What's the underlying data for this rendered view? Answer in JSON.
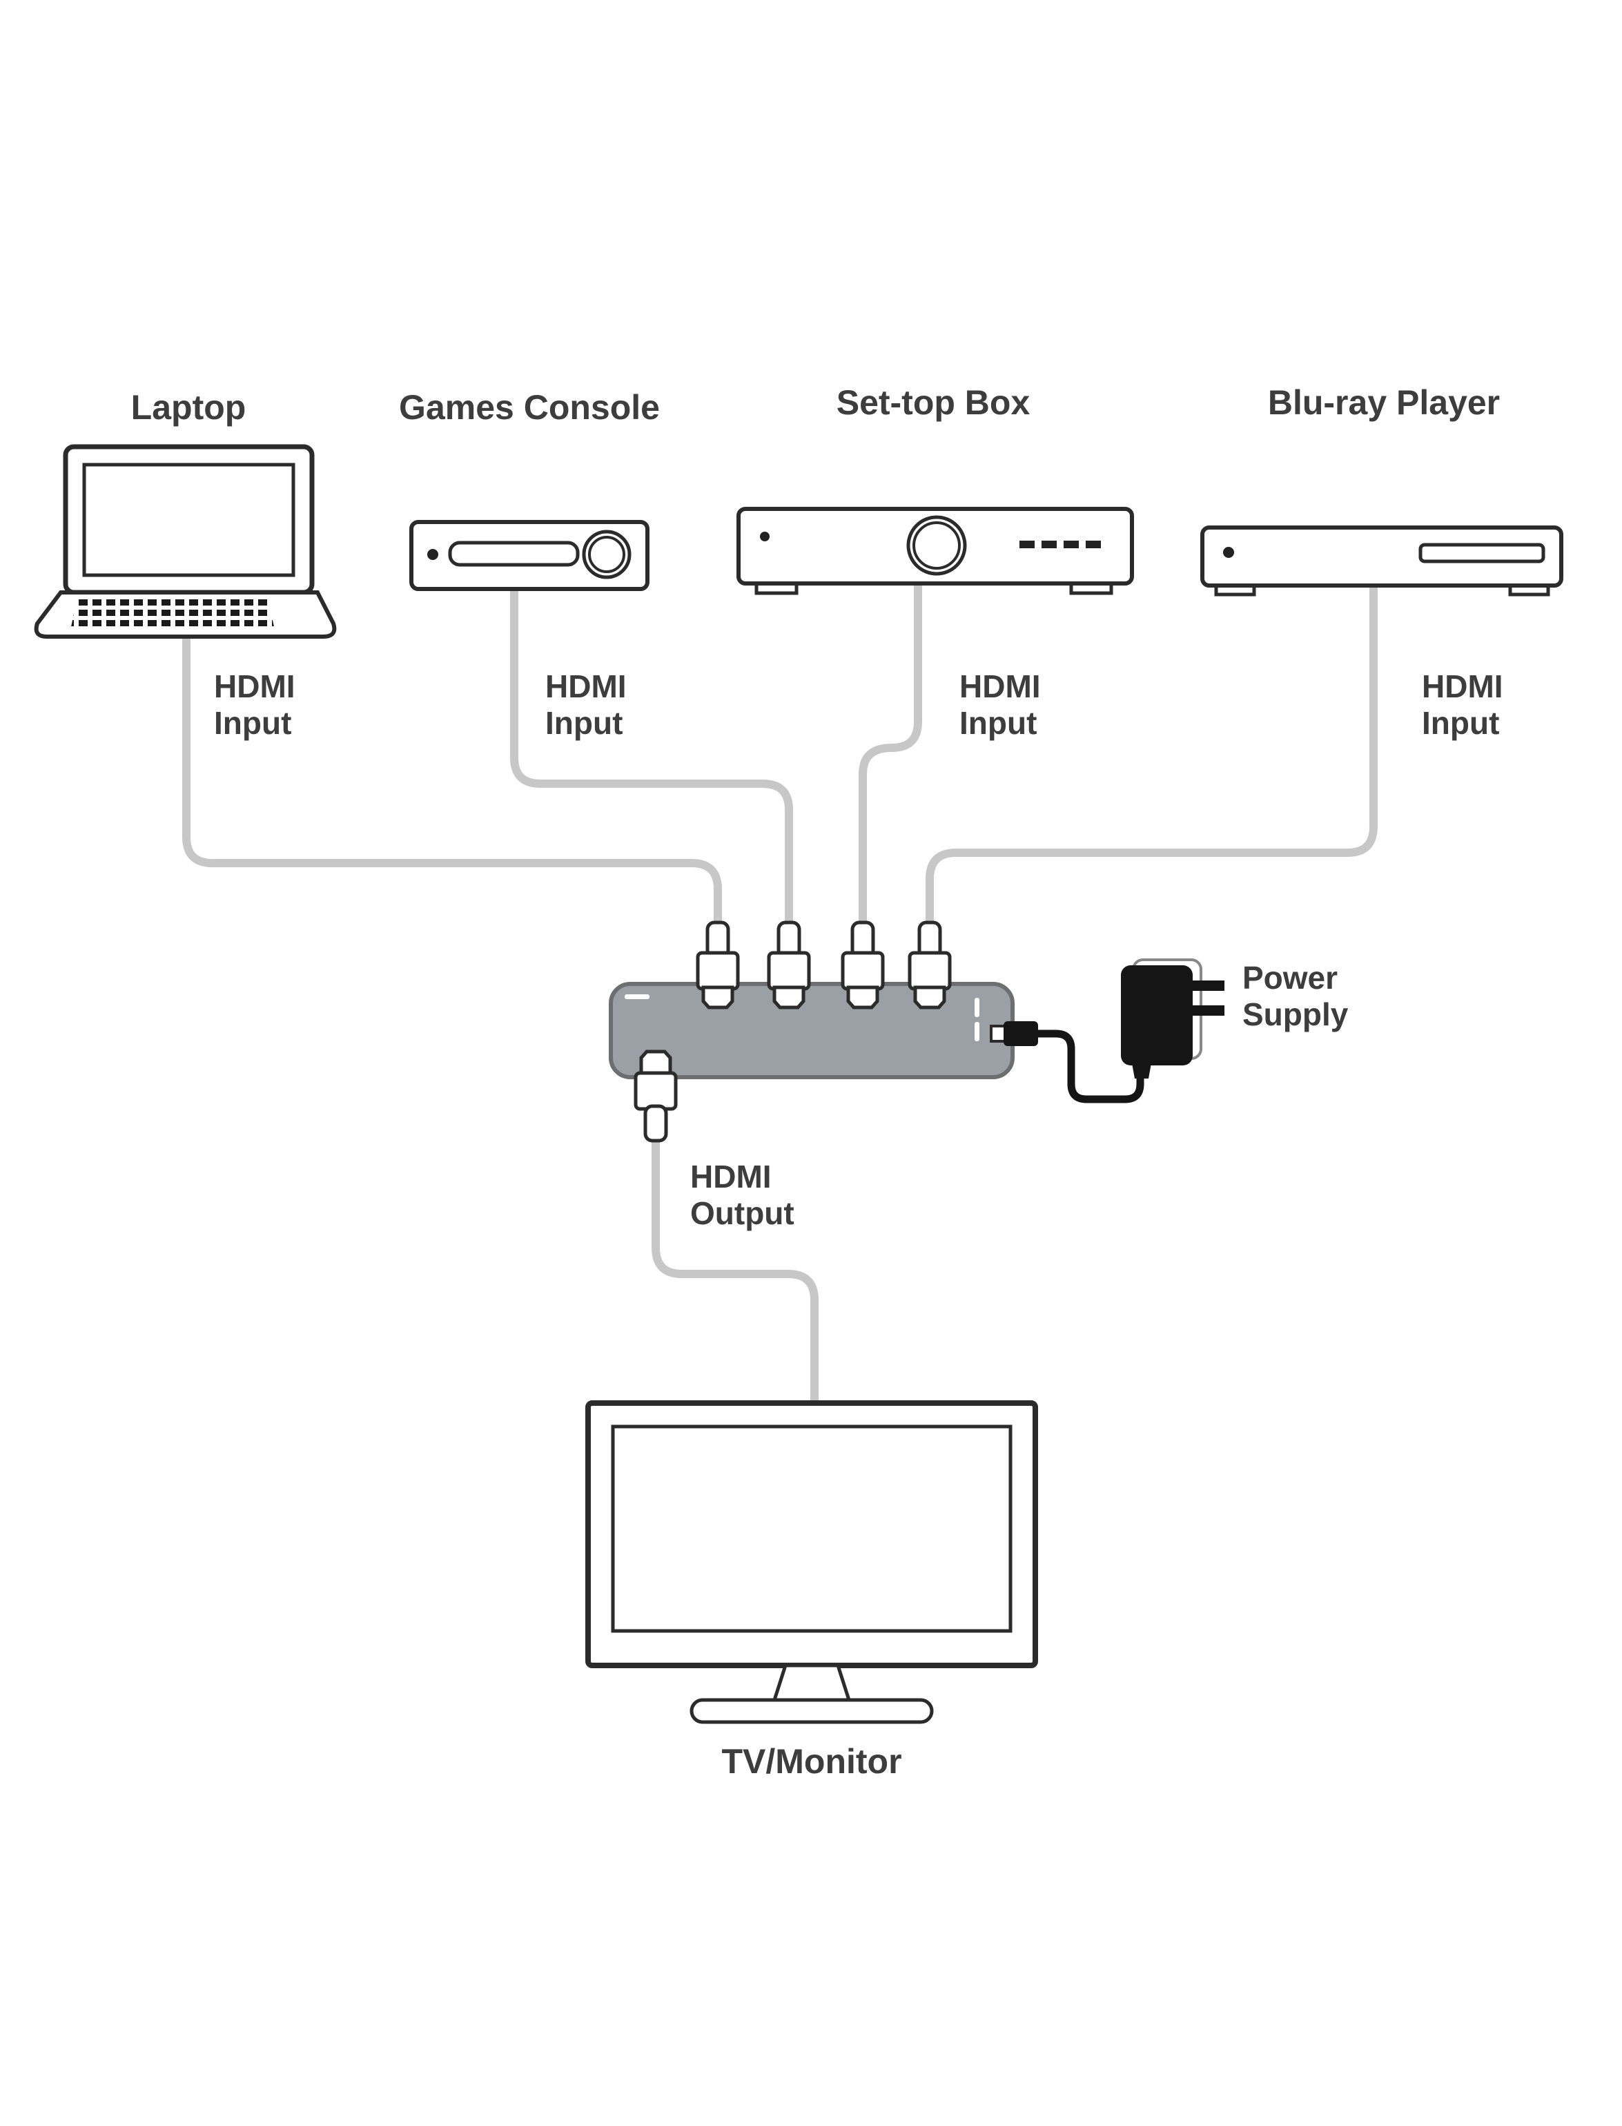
{
  "colors": {
    "outline": "#2b2b2b",
    "cable": "#c7c7c7",
    "switchBody": "#9aa0a5",
    "switchEdge": "#6d6e71",
    "text": "#3d3d3d",
    "power": "#151515"
  },
  "devices": {
    "laptop": {
      "label": "Laptop"
    },
    "games_console": {
      "label": "Games Console"
    },
    "set_top_box": {
      "label": "Set-top Box"
    },
    "blu_ray_player": {
      "label": "Blu-ray Player"
    },
    "tv_monitor": {
      "label": "TV/Monitor"
    },
    "power_supply": {
      "line1": "Power",
      "line2": "Supply"
    }
  },
  "labels": {
    "input_laptop": {
      "line1": "HDMI",
      "line2": "Input"
    },
    "input_games_console": {
      "line1": "HDMI",
      "line2": "Input"
    },
    "input_set_top_box": {
      "line1": "HDMI",
      "line2": "Input"
    },
    "input_blu_ray": {
      "line1": "HDMI",
      "line2": "Input"
    },
    "output": {
      "line1": "HDMI",
      "line2": "Output"
    }
  }
}
